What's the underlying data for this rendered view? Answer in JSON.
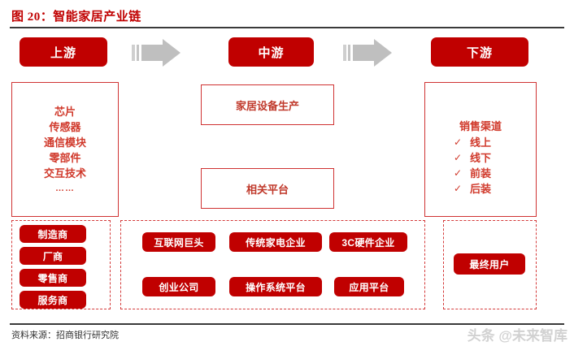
{
  "figure": {
    "title": "图 20：智能家居产业链",
    "source": "资料来源：招商银行研究院",
    "watermark": "头条 @未来智库"
  },
  "colors": {
    "brand_red": "#C00000",
    "outline_red": "#CF3232",
    "text_red": "#D0392B",
    "arrow_gray": "#BFBFBF",
    "rule_dark": "#3A3A3A",
    "watermark_gray": "#C9C9C9"
  },
  "stages": [
    {
      "key": "upstream",
      "label": "上游"
    },
    {
      "key": "midstream",
      "label": "中游"
    },
    {
      "key": "downstream",
      "label": "下游"
    }
  ],
  "upstream": {
    "components": [
      "芯片",
      "传感器",
      "通信模块",
      "零部件",
      "交互技术"
    ],
    "ellipsis": "……",
    "players": [
      "制造商",
      "厂商",
      "零售商",
      "服务商"
    ]
  },
  "midstream": {
    "boxes": [
      "家居设备生产",
      "相关平台"
    ],
    "players_row1": [
      "互联网巨头",
      "传统家电企业",
      "3C硬件企业"
    ],
    "players_row2": [
      "创业公司",
      "操作系统平台",
      "应用平台"
    ]
  },
  "downstream": {
    "channel_title": "销售渠道",
    "channels": [
      "线上",
      "线下",
      "前装",
      "后装"
    ],
    "tick": "✓",
    "players": [
      "最终用户"
    ]
  },
  "icons": {
    "arrow": "right-arrow-icon",
    "check": "check-icon"
  }
}
